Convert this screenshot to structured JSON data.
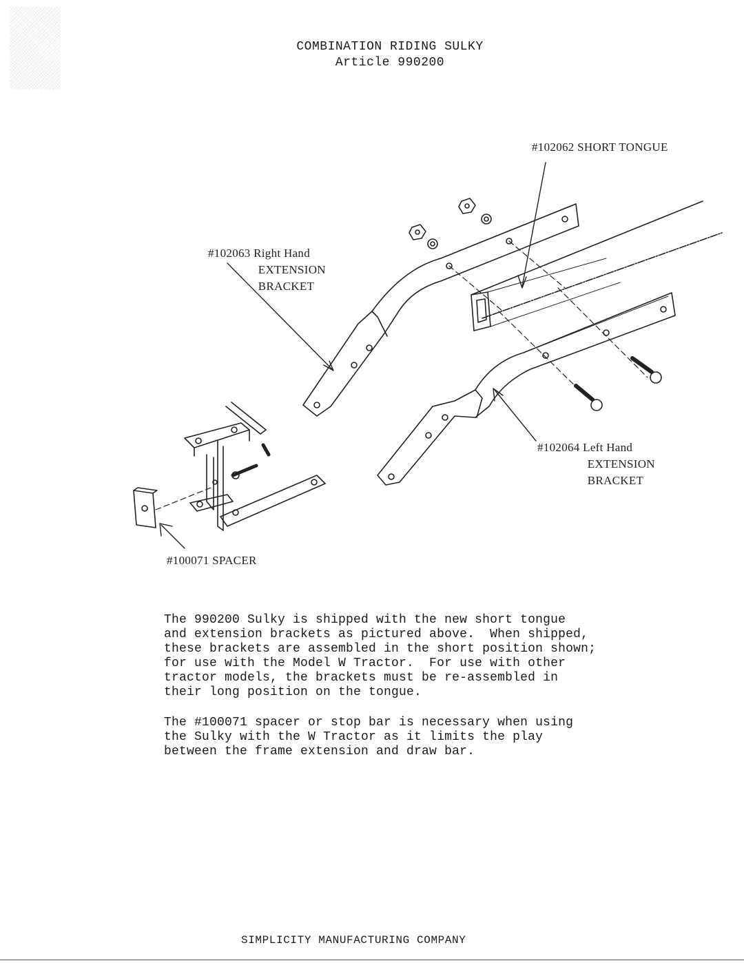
{
  "header": {
    "title": "COMBINATION RIDING SULKY",
    "article": "Article 990200"
  },
  "labels": {
    "short_tongue": "#102062 SHORT TONGUE",
    "right_bracket": "#102063 Right Hand\n                EXTENSION\n                BRACKET",
    "left_bracket": "#102064 Left Hand\n                EXTENSION\n                BRACKET",
    "spacer": "#100071 SPACER"
  },
  "body": {
    "paragraph1": [
      "The 990200 Sulky is shipped with the new short tongue",
      "and extension brackets as pictured above.  When shipped,",
      "these brackets are assembled in the short position shown;",
      "for use with the Model W Tractor.  For use with other",
      "tractor models, the brackets must be re-assembled in",
      "their long position on the tongue."
    ],
    "paragraph2": [
      "The #100071 spacer or stop bar is necessary when using",
      "the Sulky with the W Tractor as it limits the play",
      "between the frame extension and draw bar."
    ]
  },
  "footer": {
    "company": "SIMPLICITY MANUFACTURING COMPANY"
  }
}
